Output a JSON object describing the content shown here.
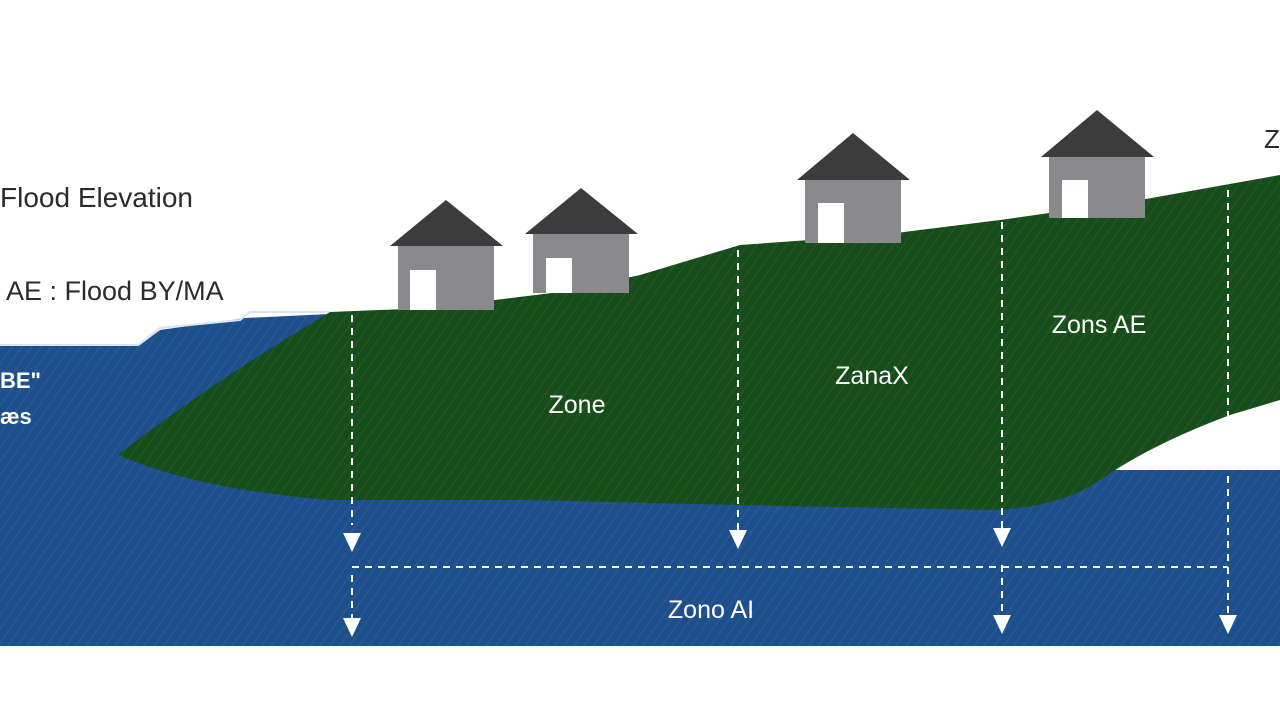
{
  "diagram": {
    "labels": {
      "title": "Flood Elevation",
      "legend": "AE : Flood BY/MA",
      "water_label_line1": "BE\"",
      "water_label_line2": "æs",
      "corner_label": "Z",
      "zone_1": "Zone",
      "zone_2": "ZanaX",
      "zone_3": "Zons AE",
      "zone_bottom": "Zono AI"
    },
    "houses": [
      {
        "name": "house-1"
      },
      {
        "name": "house-2"
      },
      {
        "name": "house-3"
      },
      {
        "name": "house-4"
      }
    ],
    "colors": {
      "water": "#1d4f8c",
      "land": "#174d1a",
      "roof": "#3c3c3c",
      "wall": "#8a8a8e",
      "door": "#ffffff",
      "text_dark": "#2b2b2b",
      "text_light": "#ffffff"
    }
  }
}
